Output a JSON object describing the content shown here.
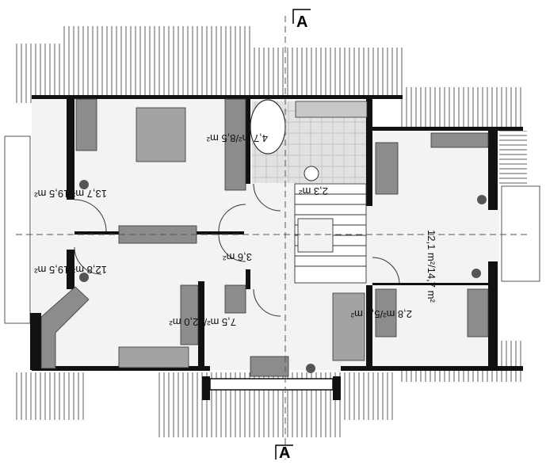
{
  "section_marks": {
    "top": "A",
    "bottom": "A"
  },
  "rooms": [
    {
      "id": "bedroom-1",
      "area": "13,7 m²/19,5 m²"
    },
    {
      "id": "bathroom",
      "area": "4,7 m²/8,5 m²"
    },
    {
      "id": "wc",
      "area": "2,3 m²"
    },
    {
      "id": "hall",
      "area": "3,6 m²"
    },
    {
      "id": "bedroom-2",
      "area": "12,8 m²/19,5 m²"
    },
    {
      "id": "study",
      "area": "7,5 m²/12,0 m²"
    },
    {
      "id": "right-room",
      "area": "12,1 m²/14,7 m²"
    },
    {
      "id": "closet",
      "area": "2,8 m²/5,3 m²"
    }
  ],
  "colors": {
    "wall": "#111111",
    "floor": "#f2f2f2",
    "roof": "#ffffff",
    "furniture": "#8a8a8a",
    "tile": "#d9d9d9"
  }
}
